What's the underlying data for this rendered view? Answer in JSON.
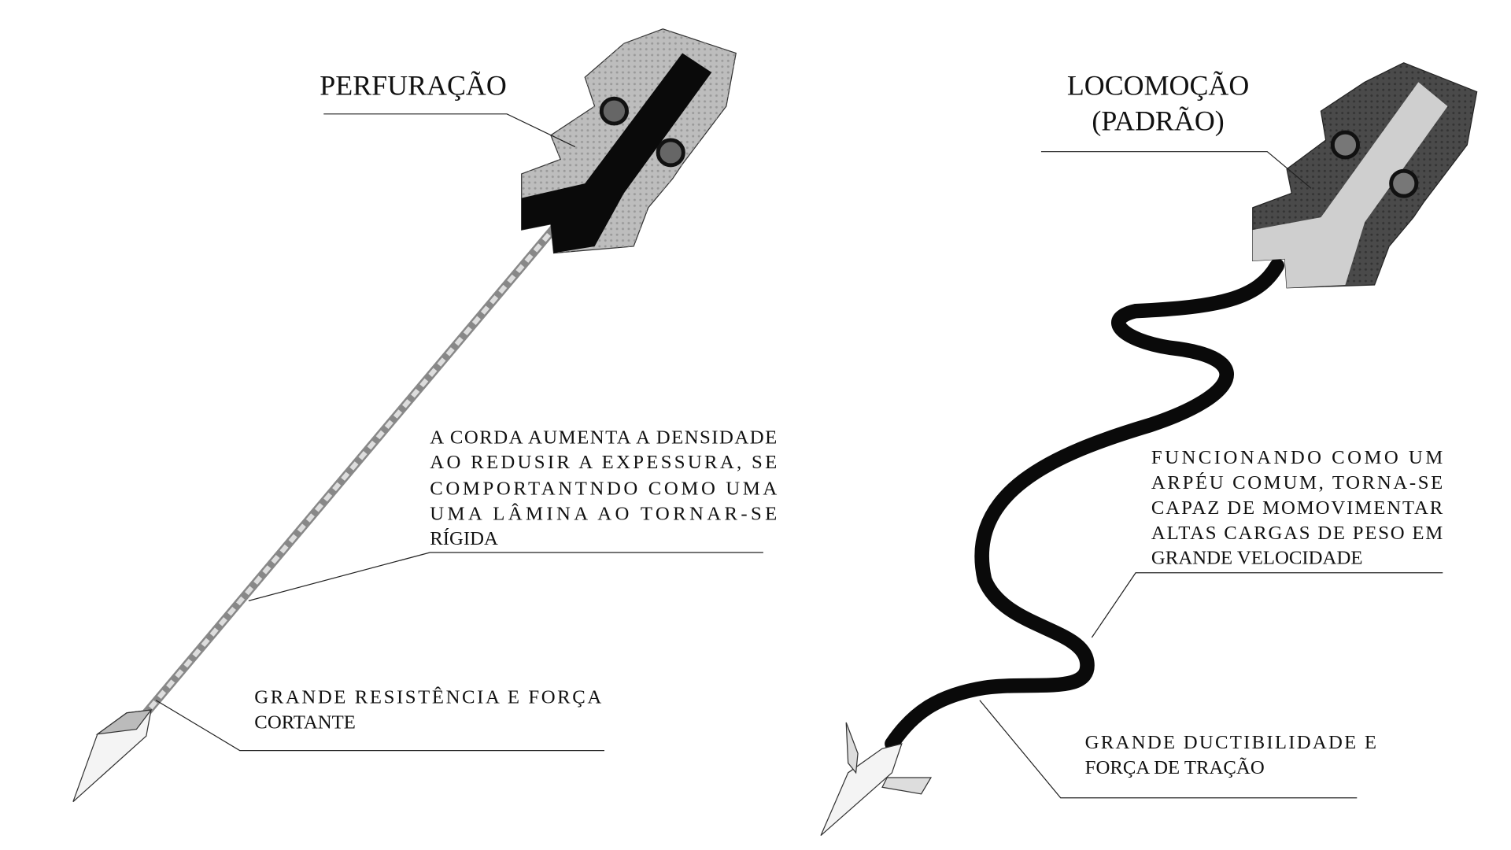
{
  "left": {
    "title": "PERFURAÇÃO",
    "note_rope": [
      "A CORDA AUMENTA A DENSIDADE",
      "AO REDUSIR A EXPESSURA, SE",
      "COMPORTANTNDO COMO UMA",
      "UMA LÂMINA AO TORNAR-SE",
      "RÍGIDA"
    ],
    "note_tip": [
      "GRANDE RESISTÊNCIA E FORÇA",
      "CORTANTE"
    ]
  },
  "right": {
    "title": [
      "LOCOMOÇÃO",
      "(PADRÃO)"
    ],
    "note_rope": [
      "FUNCIONANDO COMO UM",
      "ARPÉU COMUM, TORNA-SE",
      "CAPAZ DE MOMOVIMENTAR",
      "ALTAS CARGAS DE PESO EM",
      "GRANDE VELOCIDADE"
    ],
    "note_tip": [
      "GRANDE DUCTIBILIDADE E",
      "FORÇA DE TRAÇÃO"
    ]
  },
  "colors": {
    "ink": "#111111",
    "light_grey": "#bdbdbd",
    "dark_grey": "#4a4a4a"
  }
}
